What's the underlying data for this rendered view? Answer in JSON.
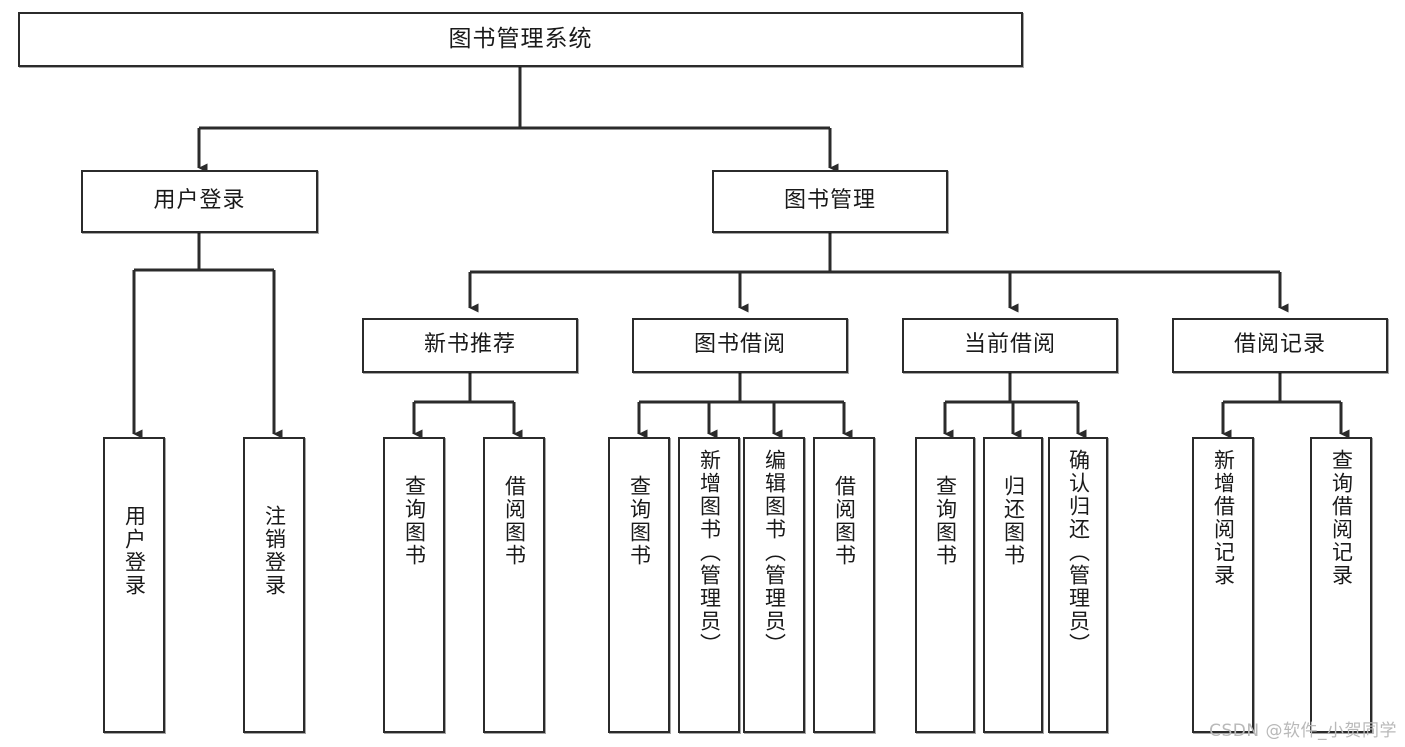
{
  "diagram": {
    "title": "图书管理系统",
    "type": "tree-hierarchy",
    "watermark": "CSDN @软件_小贺同学",
    "colors": {
      "background": "#ffffff",
      "box_border": "#2b2b2b",
      "box_fill": "#ffffff",
      "edge": "#2b2b2b",
      "text": "#1a1a1a",
      "watermark": "#b9b9b9"
    },
    "root": {
      "label": "图书管理系统"
    },
    "level2": [
      {
        "label": "用户登录"
      },
      {
        "label": "图书管理"
      }
    ],
    "level3": [
      {
        "label": "新书推荐"
      },
      {
        "label": "图书借阅"
      },
      {
        "label": "当前借阅"
      },
      {
        "label": "借阅记录"
      }
    ],
    "leaves": {
      "user_login": [
        {
          "label": "用户登录"
        },
        {
          "label": "注销登录"
        }
      ],
      "new_book_recommend": [
        {
          "label": "查询图书"
        },
        {
          "label": "借阅图书"
        }
      ],
      "book_borrow": [
        {
          "label": "查询图书"
        },
        {
          "label": "新增图书（管理员）"
        },
        {
          "label": "编辑图书（管理员）"
        },
        {
          "label": "借阅图书"
        }
      ],
      "current_borrow": [
        {
          "label": "查询图书"
        },
        {
          "label": "归还图书"
        },
        {
          "label": "确认归还（管理员）"
        }
      ],
      "borrow_record": [
        {
          "label": "新增借阅记录"
        },
        {
          "label": "查询借阅记录"
        }
      ]
    }
  }
}
